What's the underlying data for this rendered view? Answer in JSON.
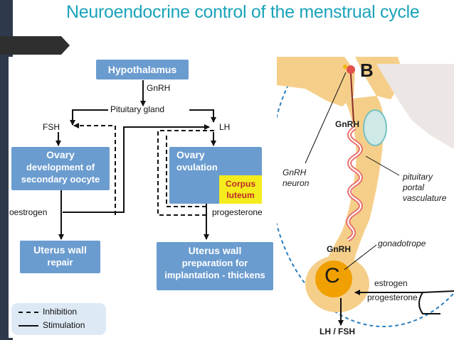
{
  "slide": {
    "title": "Neuroendocrine control of the menstrual cycle"
  },
  "flow": {
    "hypothalamus": "Hypothalamus",
    "gnrh": "GnRH",
    "pituitary": "Pituitary gland",
    "fsh": "FSH",
    "lh": "LH",
    "ovary_left": {
      "title": "Ovary",
      "line1": "development of",
      "line2": "secondary oocyte"
    },
    "ovary_right": {
      "title": "Ovary",
      "line1": "ovulation"
    },
    "corpus": {
      "line1": "Corpus",
      "line2": "luteum"
    },
    "oestrogen": "oestrogen",
    "progesterone": "progesterone",
    "uterus_left": {
      "title": "Uterus wall",
      "line1": "repair"
    },
    "uterus_right": {
      "title": "Uterus wall",
      "line1": "preparation for",
      "line2": "implantation - thickens"
    },
    "legend": {
      "inhibition": "Inhibition",
      "stimulation": "Stimulation"
    }
  },
  "anatomy": {
    "label_b": "B",
    "label_c": "C",
    "gnrh_top": "GnRH",
    "gnrh_neuron": {
      "line1": "GnRH",
      "line2": "neuron"
    },
    "portal": {
      "line1": "pituitary",
      "line2": "portal",
      "line3": "vasculature"
    },
    "gnrh_bottom": "GnRH",
    "gonadotrope": "gonadotrope",
    "estrogen": "estrogen",
    "progesterone": "progesterone",
    "lh_fsh": "LH / FSH"
  },
  "colors": {
    "title": "#1aa3b9",
    "box": "#6b9ccf",
    "corpus_bg": "#f4ec1c",
    "corpus_text": "#c0282d",
    "gland": "#f5cf8a",
    "vessel": "#e8706e"
  }
}
